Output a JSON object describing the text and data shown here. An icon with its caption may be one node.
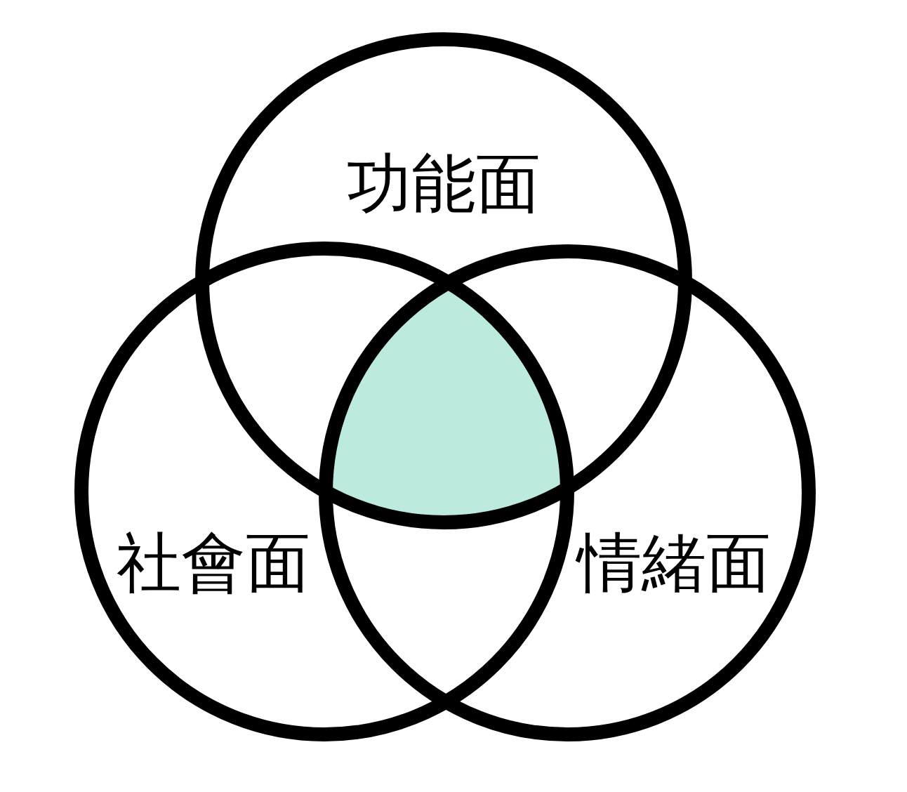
{
  "diagram": {
    "nodes": [
      {
        "text": [
          "功能面"
        ]
      },
      {
        "text": [
          "社會面"
        ]
      },
      {
        "text": [
          "情緒面"
        ]
      },
      {
        "text": [],
        "shape": "triangle"
      }
    ]
  }
}
